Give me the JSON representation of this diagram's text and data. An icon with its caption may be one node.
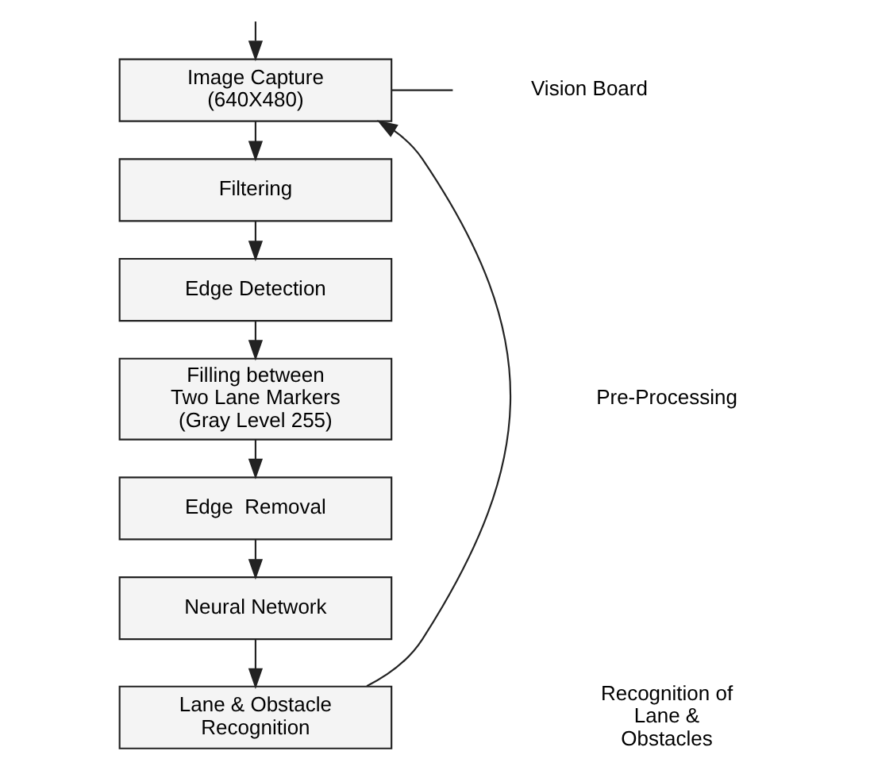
{
  "diagram": {
    "nodes": [
      {
        "text": [
          "Image Capture (640X480)"
        ]
      },
      {
        "text": [
          "Filtering"
        ]
      },
      {
        "text": [
          "Edge Detection"
        ]
      },
      {
        "text": [
          "Filling between Two Lane Markers (Gray Level 255)"
        ]
      },
      {
        "text": [
          "Edge  Removal"
        ]
      },
      {
        "text": [
          "Neural Network"
        ]
      },
      {
        "text": [
          "Lane & Obstacle Recognition"
        ]
      },
      {
        "text": [
          "Vision Board"
        ]
      }
    ],
    "edges": [
      {
        "from": null,
        "to": 0,
        "arrow": "to"
      },
      {
        "from": 0,
        "to": 1,
        "arrow": "to"
      },
      {
        "from": 1,
        "to": 2,
        "arrow": "to"
      },
      {
        "from": 2,
        "to": 3,
        "arrow": "to"
      },
      {
        "from": 3,
        "to": 4,
        "arrow": "to"
      },
      {
        "from": 4,
        "to": 5,
        "arrow": "to"
      },
      {
        "from": 5,
        "to": 6,
        "arrow": "to"
      },
      {
        "from": 6,
        "to": 0,
        "arrow": "to"
      },
      {
        "from": 0,
        "to": 7,
        "arrow": "none"
      }
    ],
    "labels": [
      "Pre-Processing",
      "Recognition of Lane & Obstacles"
    ]
  }
}
